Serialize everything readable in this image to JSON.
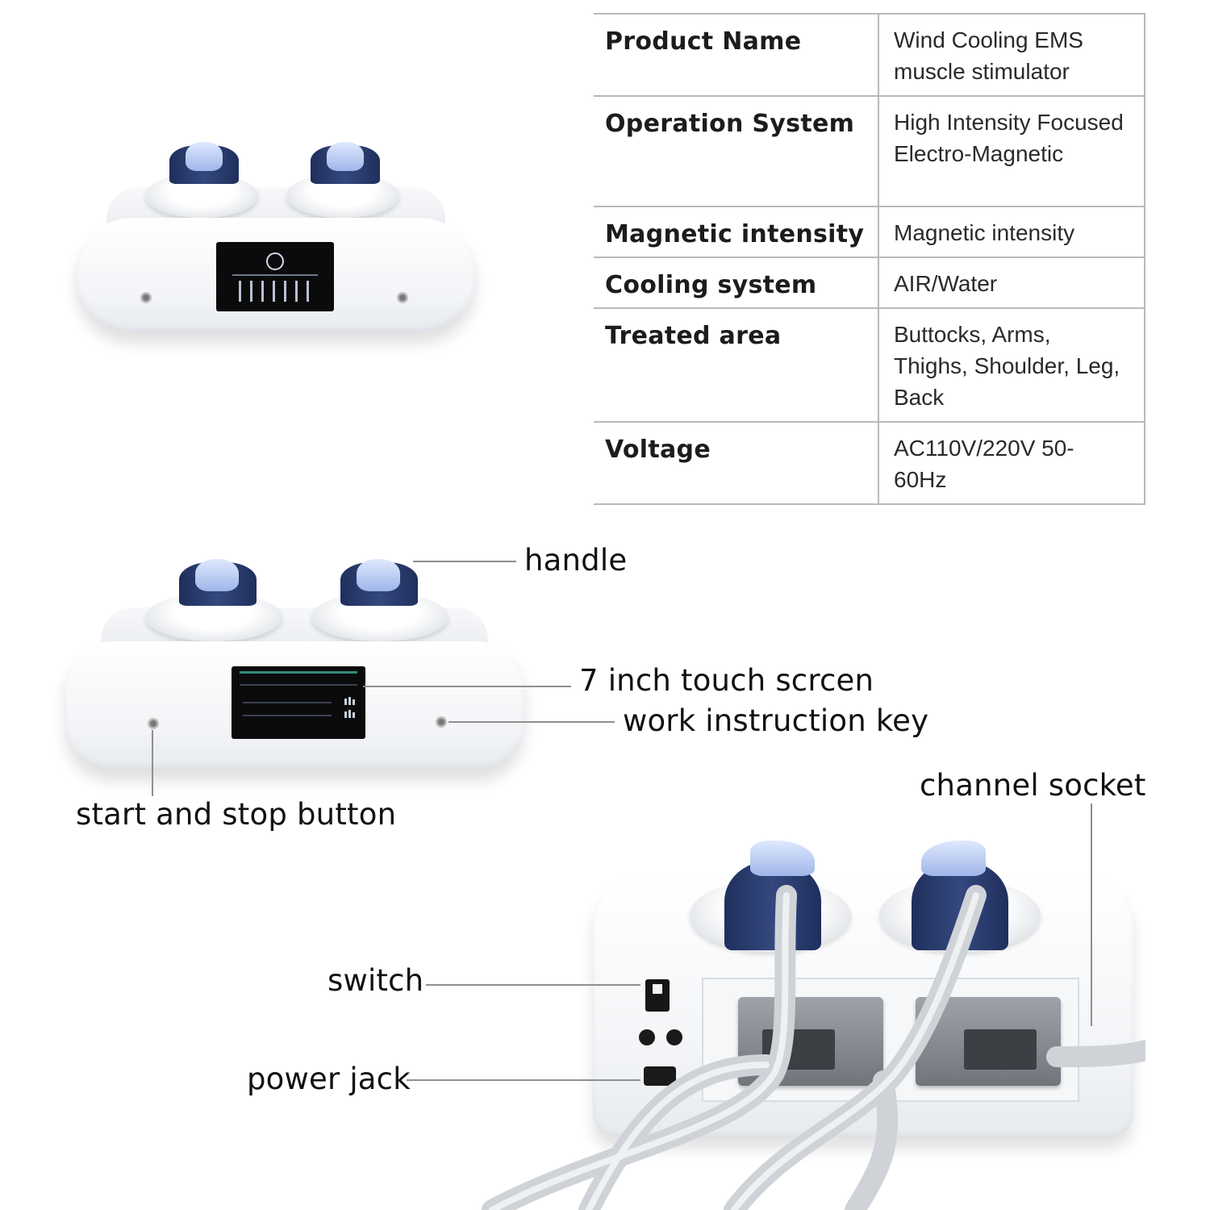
{
  "spec_table": {
    "rows": [
      {
        "label": "Product Name",
        "value": "Wind Cooling EMS muscle stimulator"
      },
      {
        "label": "Operation System",
        "value": "High Intensity Focused Electro-Magnetic"
      },
      {
        "label": "Magnetic intensity",
        "value": "Magnetic intensity"
      },
      {
        "label": "Cooling system",
        "value": "AIR/Water"
      },
      {
        "label": "Treated area",
        "value": "Buttocks, Arms, Thighs, Shoulder, Leg, Back"
      },
      {
        "label": "Voltage",
        "value": "AC110V/220V 50-60Hz"
      }
    ]
  },
  "callouts": {
    "handle": "handle",
    "touch_screen": "7 inch touch scrcen",
    "work_key": "work instruction key",
    "start_stop": "start and stop button",
    "channel_socket": "channel socket",
    "switch": "switch",
    "power_jack": "power jack"
  },
  "colors": {
    "knob_blue": "#2a3c6e",
    "cap_blue": "#b7c8f0",
    "device_white": "#f3f5f8",
    "screen_black": "#0b0b0c",
    "leader_gray": "#8f8f8f"
  }
}
